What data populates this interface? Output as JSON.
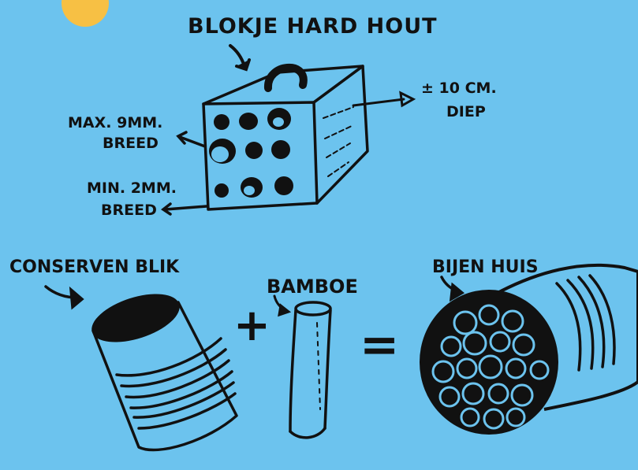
{
  "colors": {
    "background": "#6cc3ee",
    "ink": "#111111",
    "sun": "#f7c044"
  },
  "labels": {
    "blokje_title": "BLOKJE HARD HOUT",
    "max_line1": "MAX. 9MM.",
    "max_line2": "BREED",
    "min_line1": "MIN. 2MM.",
    "min_line2": "BREED",
    "depth_line1": "± 10 CM.",
    "depth_line2": "DIEP",
    "can": "CONSERVEN BLIK",
    "bamboo": "BAMBOE",
    "bee_house": "BIJEN HUIS",
    "plus": "+",
    "equals": "="
  },
  "icons": [
    "sun-icon",
    "arrow-icon",
    "hanging-hook-icon",
    "wood-block-icon",
    "tin-can-icon",
    "bamboo-stick-icon",
    "bee-house-icon"
  ]
}
